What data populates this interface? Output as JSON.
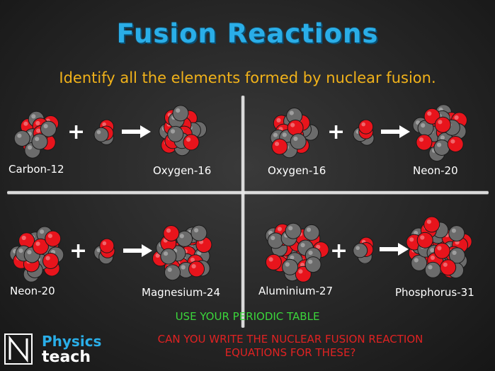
{
  "title": "Fusion Reactions",
  "subtitle": "Identify all the elements formed by nuclear fusion.",
  "plus_symbol": "+",
  "reactions": [
    {
      "reactant": "Carbon-12",
      "product": "Oxygen-16"
    },
    {
      "reactant": "Oxygen-16",
      "product": "Neon-20"
    },
    {
      "reactant": "Neon-20",
      "product": "Magnesium-24"
    },
    {
      "reactant": "Aluminium-27",
      "product": "Phosphorus-31"
    }
  ],
  "instruction_green": "USE YOUR PERIODIC TABLE",
  "question_red_line1": "CAN YOU WRITE THE NUCLEAR FUSION REACTION",
  "question_red_line2": "EQUATIONS FOR THESE?",
  "logo": {
    "line1": "Physics",
    "line2": "teach"
  },
  "colors": {
    "title": "#2aaee8",
    "subtitle": "#f1b21a",
    "proton": "#e8141c",
    "neutron": "#6b6b6b",
    "instruction": "#3bd63b",
    "question": "#e02222",
    "background": "#262626"
  }
}
